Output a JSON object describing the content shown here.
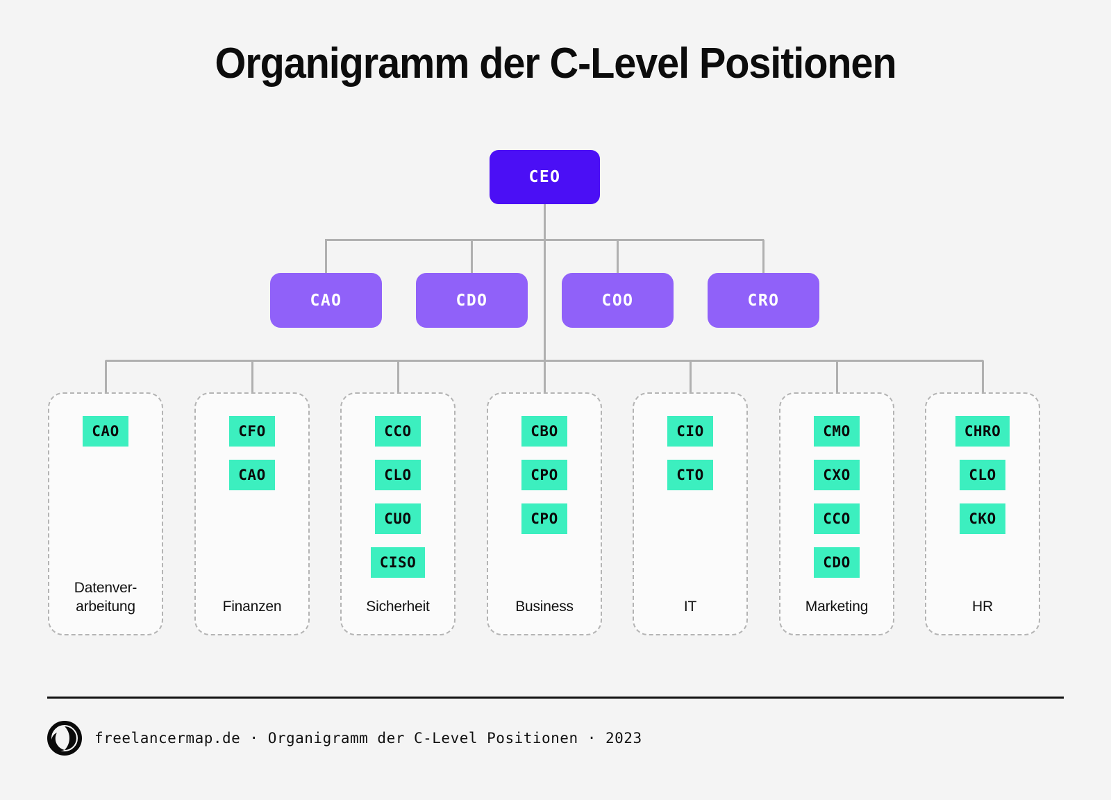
{
  "title": "Organigramm der C-Level Positionen",
  "colors": {
    "background": "#f4f4f4",
    "ceo": "#4b0ff5",
    "executive": "#9061f9",
    "role_chip": "#3cefbf",
    "connector": "#b0b0b0",
    "card_border": "#b4b4b4",
    "text_dark": "#111111",
    "text_light": "#ffffff"
  },
  "chart_data": {
    "type": "diagram",
    "subtype": "org-chart",
    "title": "Organigramm der C-Level Positionen",
    "levels": 3,
    "root": {
      "label": "CEO"
    },
    "executives": [
      {
        "label": "CAO"
      },
      {
        "label": "CDO"
      },
      {
        "label": "COO"
      },
      {
        "label": "CRO"
      }
    ],
    "departments": [
      {
        "label": "Datenver-\narbeitung",
        "roles": [
          "CAO"
        ]
      },
      {
        "label": "Finanzen",
        "roles": [
          "CFO",
          "CAO"
        ]
      },
      {
        "label": "Sicherheit",
        "roles": [
          "CCO",
          "CLO",
          "CUO",
          "CISO"
        ]
      },
      {
        "label": "Business",
        "roles": [
          "CBO",
          "CPO",
          "CPO"
        ]
      },
      {
        "label": "IT",
        "roles": [
          "CIO",
          "CTO"
        ]
      },
      {
        "label": "Marketing",
        "roles": [
          "CMO",
          "CXO",
          "CCO",
          "CDO"
        ]
      },
      {
        "label": "HR",
        "roles": [
          "CHRO",
          "CLO",
          "CKO"
        ]
      }
    ]
  },
  "footer": {
    "logo": "freelancermap-circle-logo",
    "text": "freelancermap.de · Organigramm der C-Level Positionen · 2023"
  }
}
